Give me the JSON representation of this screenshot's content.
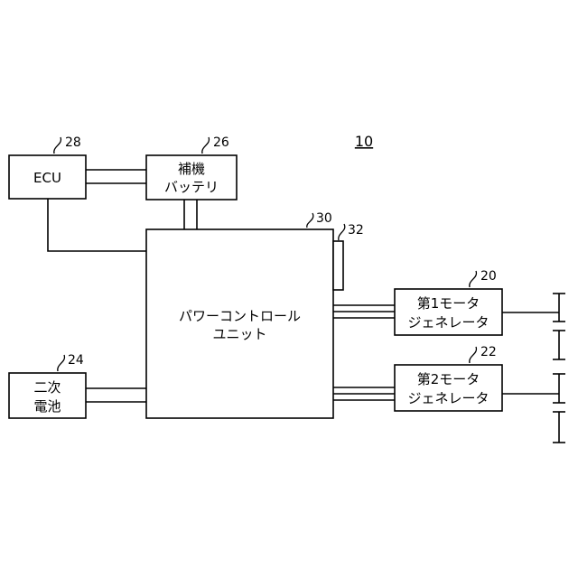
{
  "figure_ref": "10",
  "blocks": {
    "ecu": {
      "ref": "28",
      "lines": [
        "ECU"
      ]
    },
    "aux_battery": {
      "ref": "26",
      "lines": [
        "補機",
        "バッテリ"
      ]
    },
    "pcu": {
      "ref": "30",
      "lines": [
        "パワーコントロール",
        "ユニット"
      ]
    },
    "pcu_part": {
      "ref": "32"
    },
    "secondary_battery": {
      "ref": "24",
      "lines": [
        "二次",
        "電池"
      ]
    },
    "mg1": {
      "ref": "20",
      "lines": [
        "第1モータ",
        "ジェネレータ"
      ]
    },
    "mg2": {
      "ref": "22",
      "lines": [
        "第2モータ",
        "ジェネレータ"
      ]
    }
  }
}
